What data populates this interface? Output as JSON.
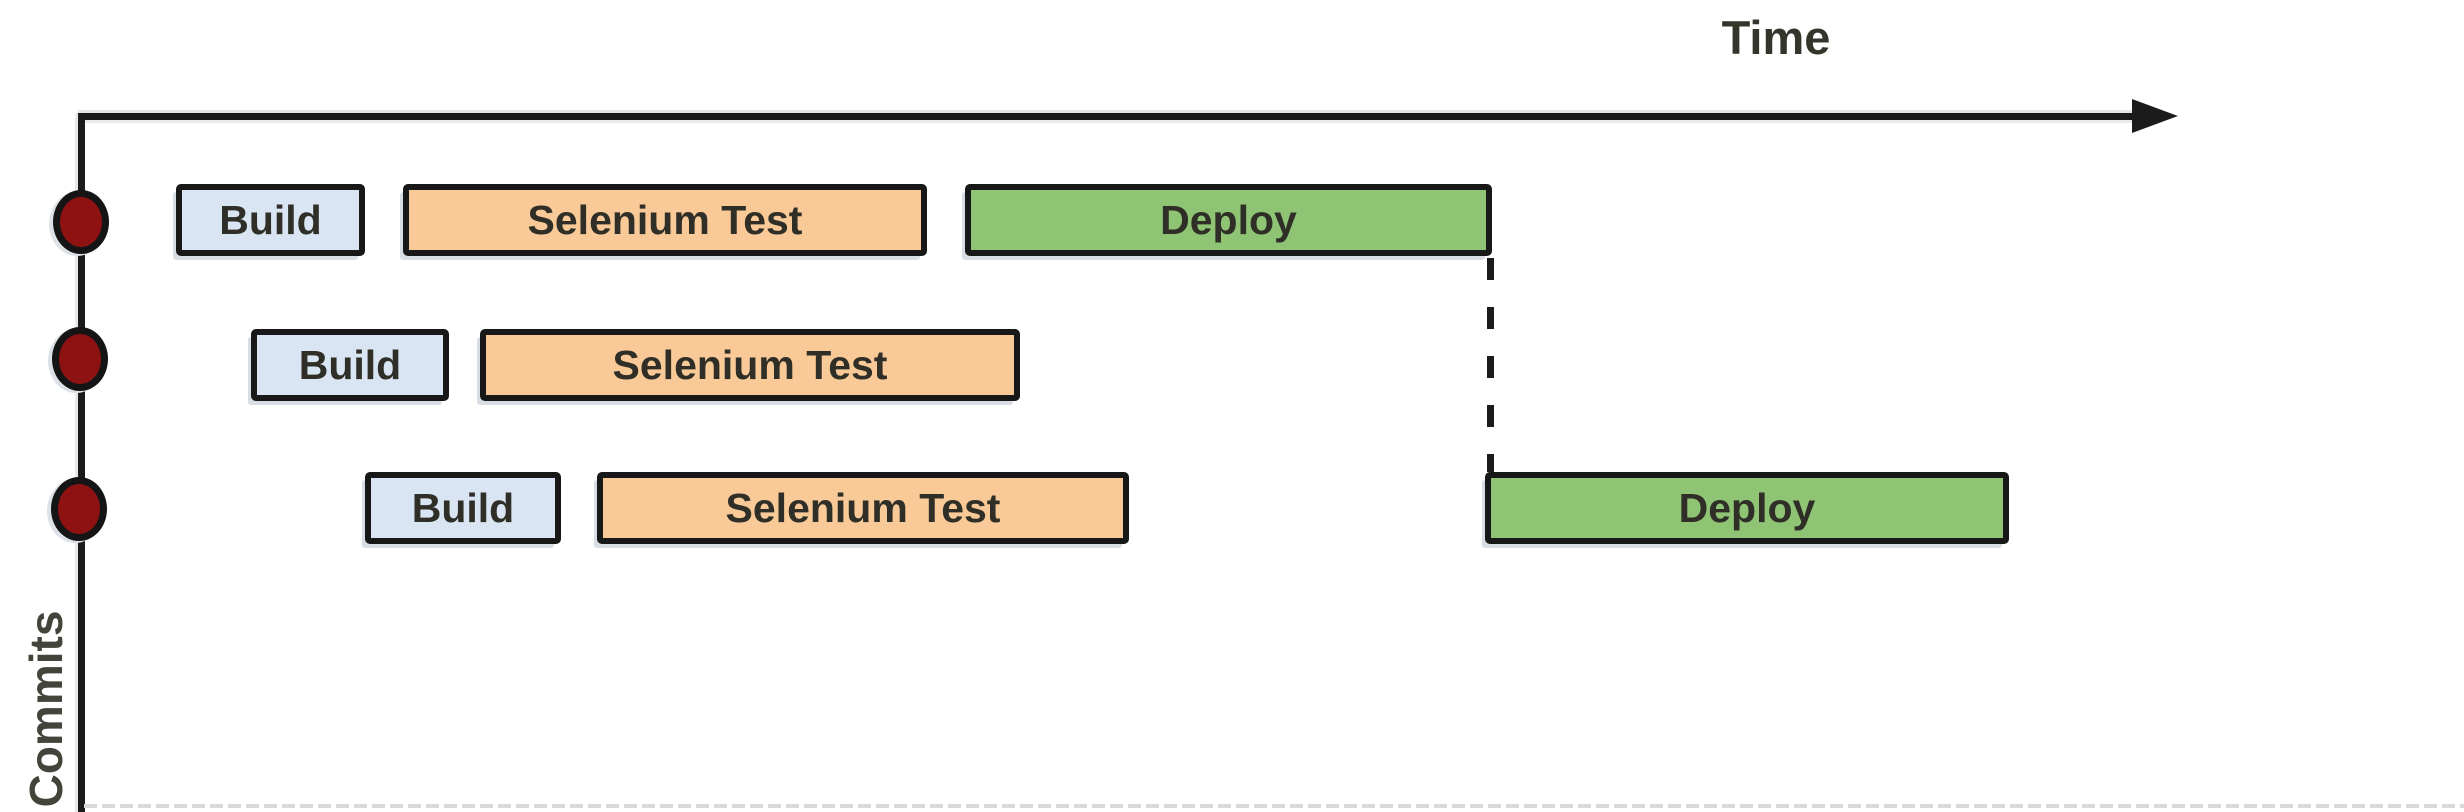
{
  "diagram": {
    "x_axis_label": "Time",
    "y_axis_label": "Commits",
    "rows": [
      {
        "commit": "commit-1",
        "bars": [
          {
            "stage": "build",
            "label": "Build"
          },
          {
            "stage": "selenium-test",
            "label": "Selenium Test"
          },
          {
            "stage": "deploy",
            "label": "Deploy"
          }
        ]
      },
      {
        "commit": "commit-2",
        "bars": [
          {
            "stage": "build",
            "label": "Build"
          },
          {
            "stage": "selenium-test",
            "label": "Selenium Test"
          }
        ]
      },
      {
        "commit": "commit-3",
        "bars": [
          {
            "stage": "build",
            "label": "Build"
          },
          {
            "stage": "selenium-test",
            "label": "Selenium Test"
          },
          {
            "stage": "deploy",
            "label": "Deploy"
          }
        ]
      }
    ],
    "colors": {
      "build_fill": "#d9e5f2",
      "test_fill": "#f9ca97",
      "deploy_fill": "#8ec474",
      "commit_fill": "#8e1212",
      "axis": "#1b1b1b"
    }
  }
}
